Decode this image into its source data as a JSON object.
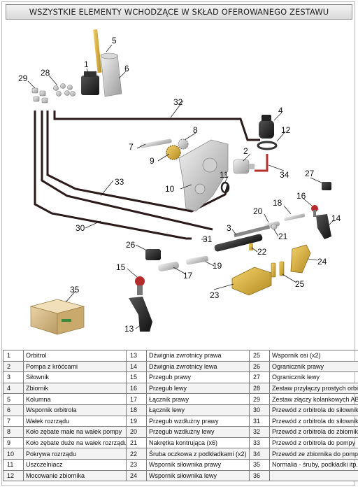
{
  "title": "WSZYSTKIE ELEMENTY WCHODZĄCE W SKŁAD OFEROWANEGO ZESTAWU",
  "callouts": [
    "1",
    "2",
    "3",
    "4",
    "5",
    "6",
    "7",
    "8",
    "9",
    "10",
    "11",
    "12",
    "13",
    "14",
    "15",
    "16",
    "17",
    "18",
    "19",
    "20",
    "21",
    "22",
    "23",
    "24",
    "25",
    "26",
    "27",
    "28",
    "29",
    "30",
    "31",
    "32",
    "33",
    "34",
    "35"
  ],
  "legend": [
    [
      {
        "n": "1",
        "label": "Orbitrol"
      },
      {
        "n": "13",
        "label": "Dźwignia zwrotnicy prawa"
      },
      {
        "n": "25",
        "label": "Wspornik osi (x2)"
      }
    ],
    [
      {
        "n": "2",
        "label": "Pompa z króćcami"
      },
      {
        "n": "14",
        "label": "Dźwignia zwrotnicy lewa"
      },
      {
        "n": "26",
        "label": "Ogranicznik prawy"
      }
    ],
    [
      {
        "n": "3",
        "label": "Siłownik"
      },
      {
        "n": "15",
        "label": "Przegub prawy"
      },
      {
        "n": "27",
        "label": "Ogranicznik lewy"
      }
    ],
    [
      {
        "n": "4",
        "label": "Zbiornik"
      },
      {
        "n": "16",
        "label": "Przegub lewy"
      },
      {
        "n": "28",
        "label": "Zestaw przyłączy prostych orbitrola"
      }
    ],
    [
      {
        "n": "5",
        "label": "Kolumna"
      },
      {
        "n": "17",
        "label": "Łącznik prawy"
      },
      {
        "n": "29",
        "label": "Zestaw złączy kolankowych AB"
      }
    ],
    [
      {
        "n": "6",
        "label": "Wspornik orbitrola"
      },
      {
        "n": "18",
        "label": "Łącznik lewy"
      },
      {
        "n": "30",
        "label": "Przewód z orbitrola do siłownika"
      }
    ],
    [
      {
        "n": "7",
        "label": "Wałek rozrządu"
      },
      {
        "n": "19",
        "label": "Przegub wzdłużny prawy"
      },
      {
        "n": "31",
        "label": "Przewód z orbitrola do siłownika"
      }
    ],
    [
      {
        "n": "8",
        "label": "Koło zębate małe na wałek pompy"
      },
      {
        "n": "20",
        "label": "Przegub wzdłużny lewy"
      },
      {
        "n": "32",
        "label": "Przewód z orbitrola do zbiornika"
      }
    ],
    [
      {
        "n": "9",
        "label": "Koło zębate duże na wałek rozrządu"
      },
      {
        "n": "21",
        "label": "Nakrętka kontrująca (x6)"
      },
      {
        "n": "33",
        "label": "Przewód z orbitrola do pompy"
      }
    ],
    [
      {
        "n": "10",
        "label": "Pokrywa rozrządu"
      },
      {
        "n": "22",
        "label": "Śruba oczkowa z podkładkami (x2)"
      },
      {
        "n": "34",
        "label": "Przewód ze zbiornika do pompy"
      }
    ],
    [
      {
        "n": "11",
        "label": "Uszczelniacz"
      },
      {
        "n": "23",
        "label": "Wspornik siłownika prawy"
      },
      {
        "n": "35",
        "label": "Normalia - śruby, podkładki itp."
      }
    ],
    [
      {
        "n": "12",
        "label": "Mocowanie zbiornika"
      },
      {
        "n": "24",
        "label": "Wspornik siłownika lewy"
      },
      {
        "n": "36",
        "label": ""
      }
    ]
  ]
}
